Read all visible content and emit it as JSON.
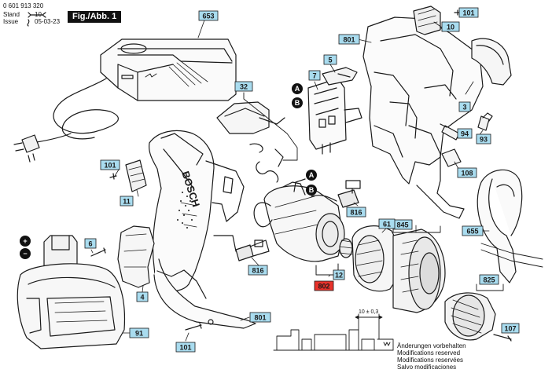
{
  "header": {
    "part_number": "0 601 913 320",
    "stand_label": "Stand",
    "issue_label": "Issue",
    "stand_code": "10",
    "issue_date": "05-03-23",
    "fig_label": "Fig./Abb. 1"
  },
  "dimension_label": "10 ± 0,3",
  "footer_notes": [
    "Änderungen vorbehalten",
    "Modifications reserved",
    "Modifications reservées",
    "Salvo modificaciones"
  ],
  "brand_text": "BOSCH",
  "colors": {
    "callout_fill": "#a9dcef",
    "highlight_fill": "#e8322b",
    "line": "#1a1a1a"
  },
  "callouts": [
    {
      "id": "653",
      "label": "653"
    },
    {
      "id": "101-top",
      "label": "101"
    },
    {
      "id": "10",
      "label": "10"
    },
    {
      "id": "801-top",
      "label": "801"
    },
    {
      "id": "5",
      "label": "5"
    },
    {
      "id": "7",
      "label": "7"
    },
    {
      "id": "32",
      "label": "32"
    },
    {
      "id": "3",
      "label": "3"
    },
    {
      "id": "94",
      "label": "94"
    },
    {
      "id": "93",
      "label": "93"
    },
    {
      "id": "108",
      "label": "108"
    },
    {
      "id": "101-left",
      "label": "101"
    },
    {
      "id": "11",
      "label": "11"
    },
    {
      "id": "816-top",
      "label": "816"
    },
    {
      "id": "845",
      "label": "845"
    },
    {
      "id": "61",
      "label": "61"
    },
    {
      "id": "655",
      "label": "655"
    },
    {
      "id": "6",
      "label": "6"
    },
    {
      "id": "816-bottom",
      "label": "816"
    },
    {
      "id": "12",
      "label": "12"
    },
    {
      "id": "802",
      "label": "802"
    },
    {
      "id": "825",
      "label": "825"
    },
    {
      "id": "4",
      "label": "4"
    },
    {
      "id": "91",
      "label": "91"
    },
    {
      "id": "801-bottom",
      "label": "801"
    },
    {
      "id": "107",
      "label": "107"
    },
    {
      "id": "101-bottom",
      "label": "101"
    }
  ],
  "markers": [
    {
      "id": "A-top",
      "label": "A"
    },
    {
      "id": "B-top",
      "label": "B"
    },
    {
      "id": "A-mid",
      "label": "A"
    },
    {
      "id": "B-mid",
      "label": "B"
    },
    {
      "id": "plus",
      "label": "+"
    },
    {
      "id": "minus",
      "label": "−"
    }
  ]
}
